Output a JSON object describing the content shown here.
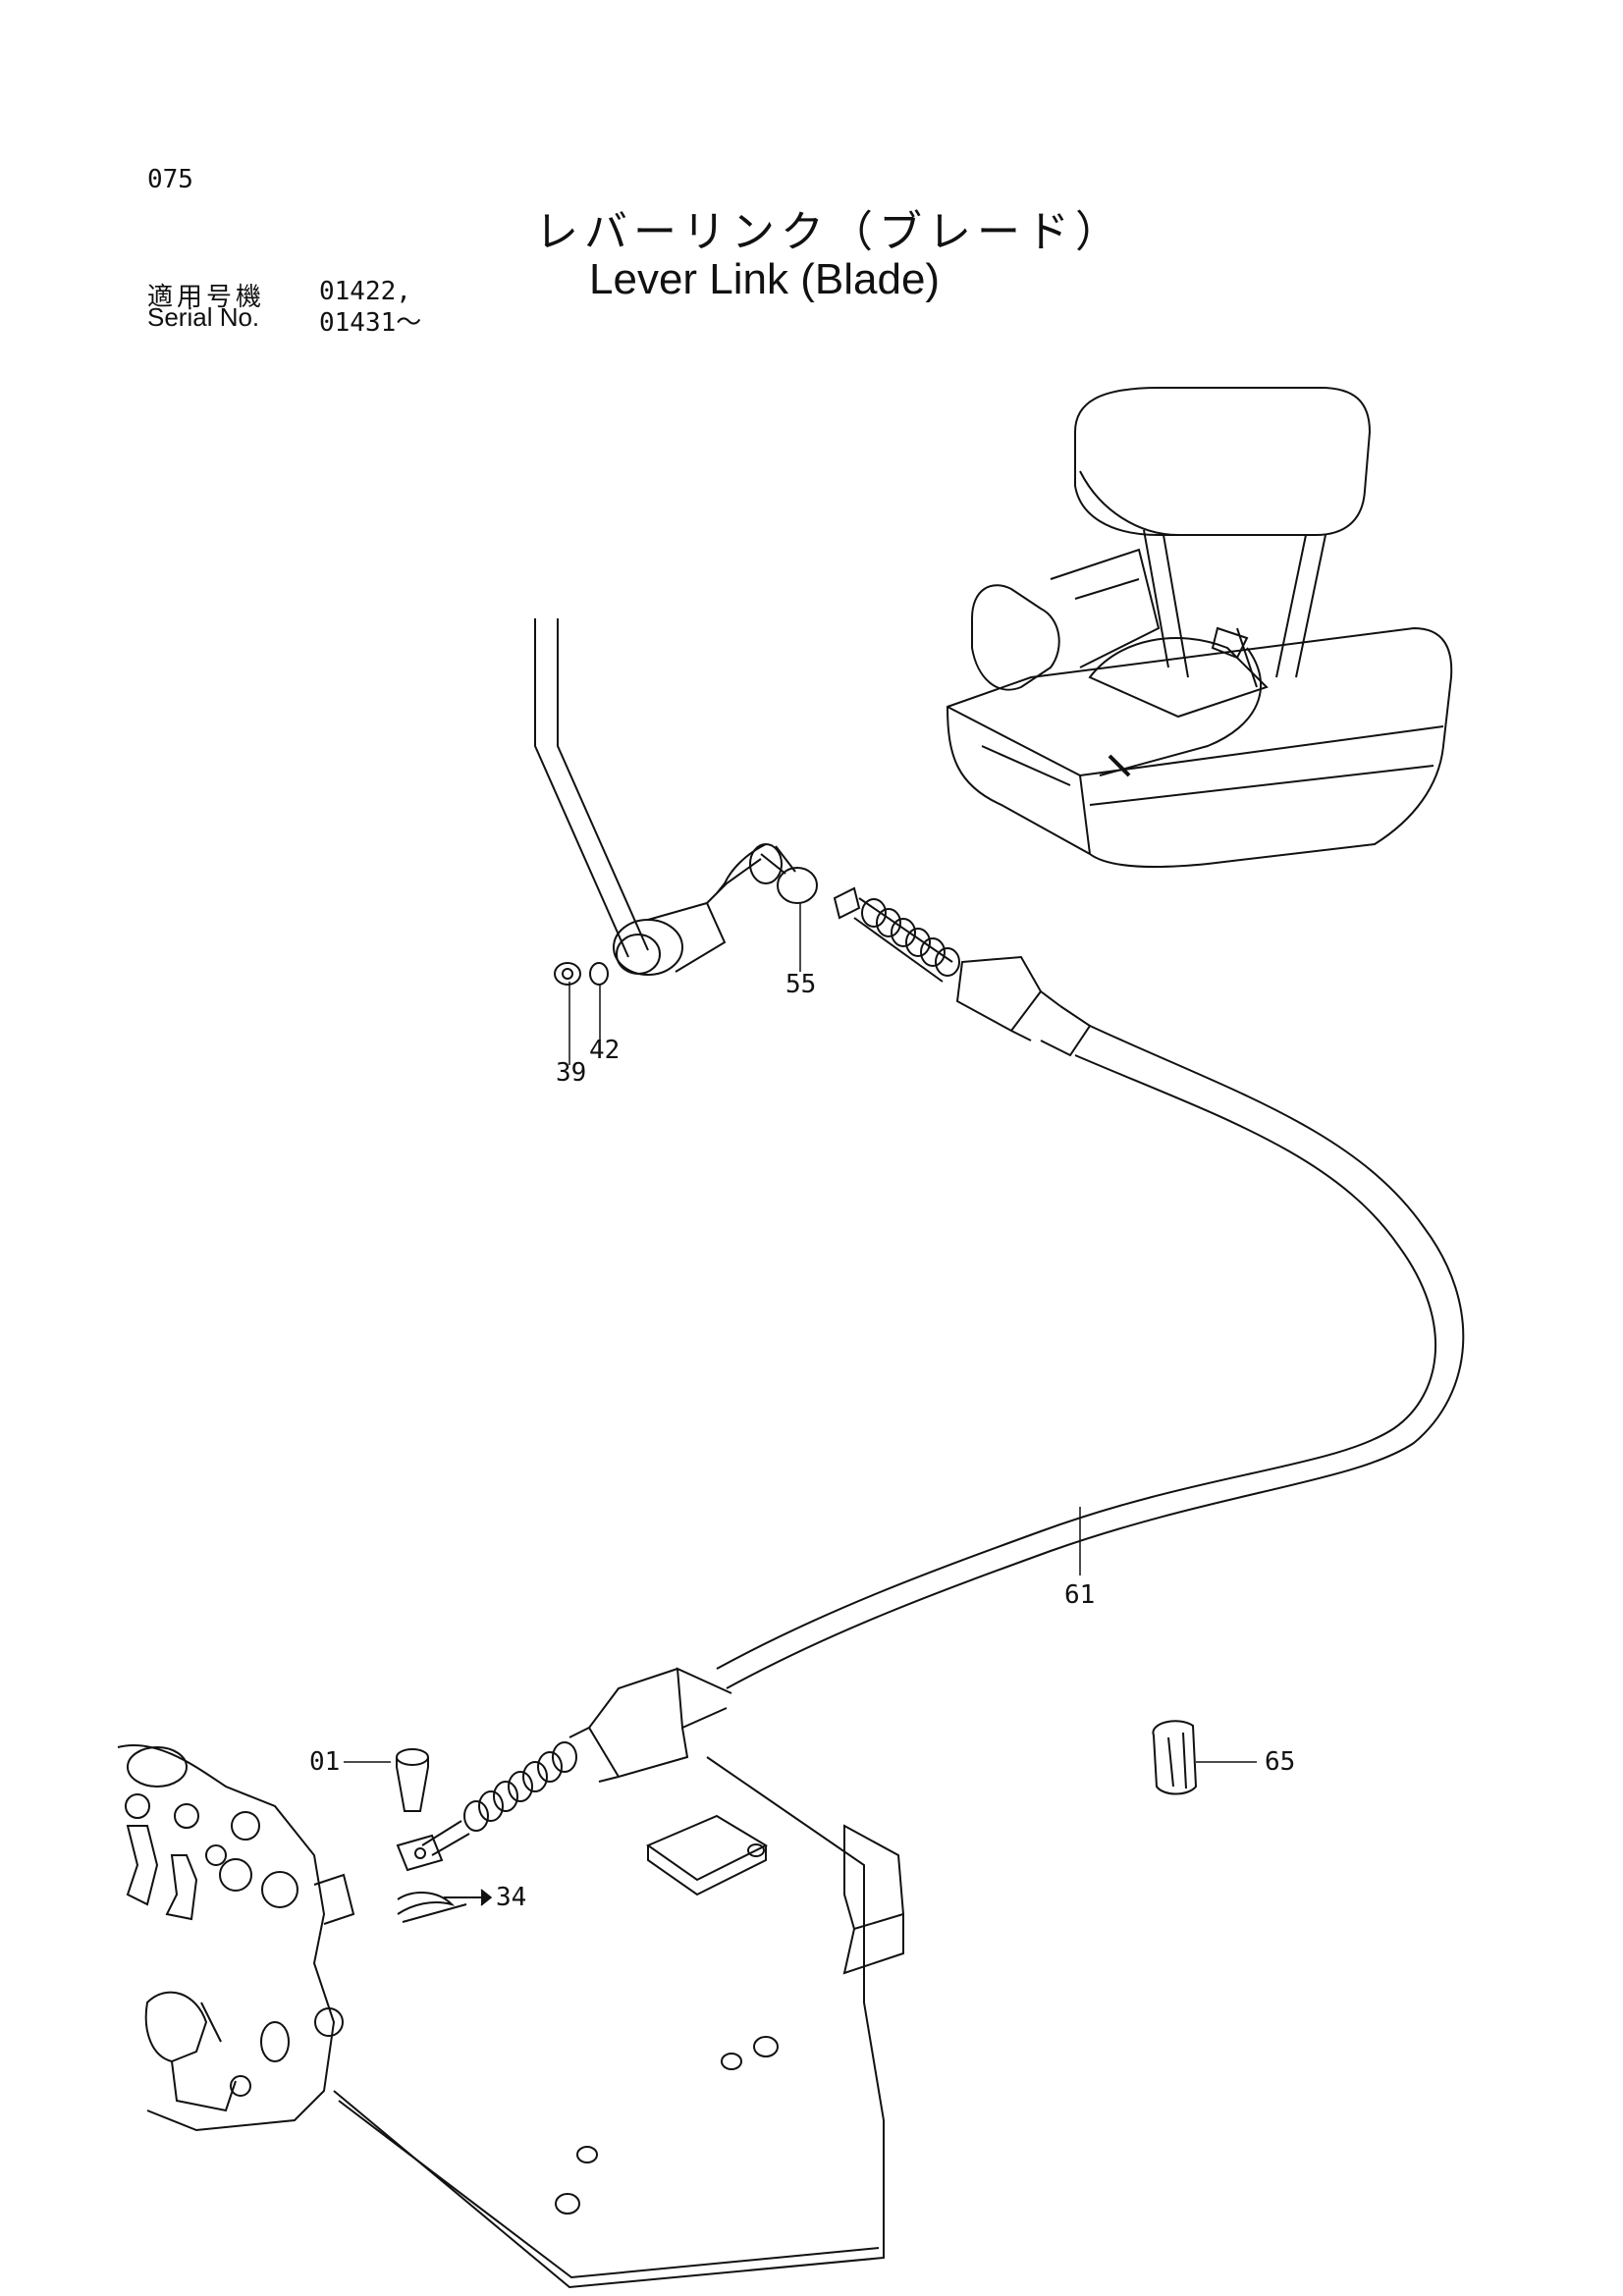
{
  "page_number": "075",
  "title_jp": "レバーリンク（ブレード）",
  "title_en": "Lever Link (Blade)",
  "serial": {
    "label_jp": "適用号機",
    "label_en": "Serial No.",
    "value_1": "01422,",
    "value_2": "01431～"
  },
  "callouts": {
    "p01": "01",
    "p34": "34",
    "p39": "39",
    "p42": "42",
    "p55": "55",
    "p61": "61",
    "p65": "65"
  }
}
